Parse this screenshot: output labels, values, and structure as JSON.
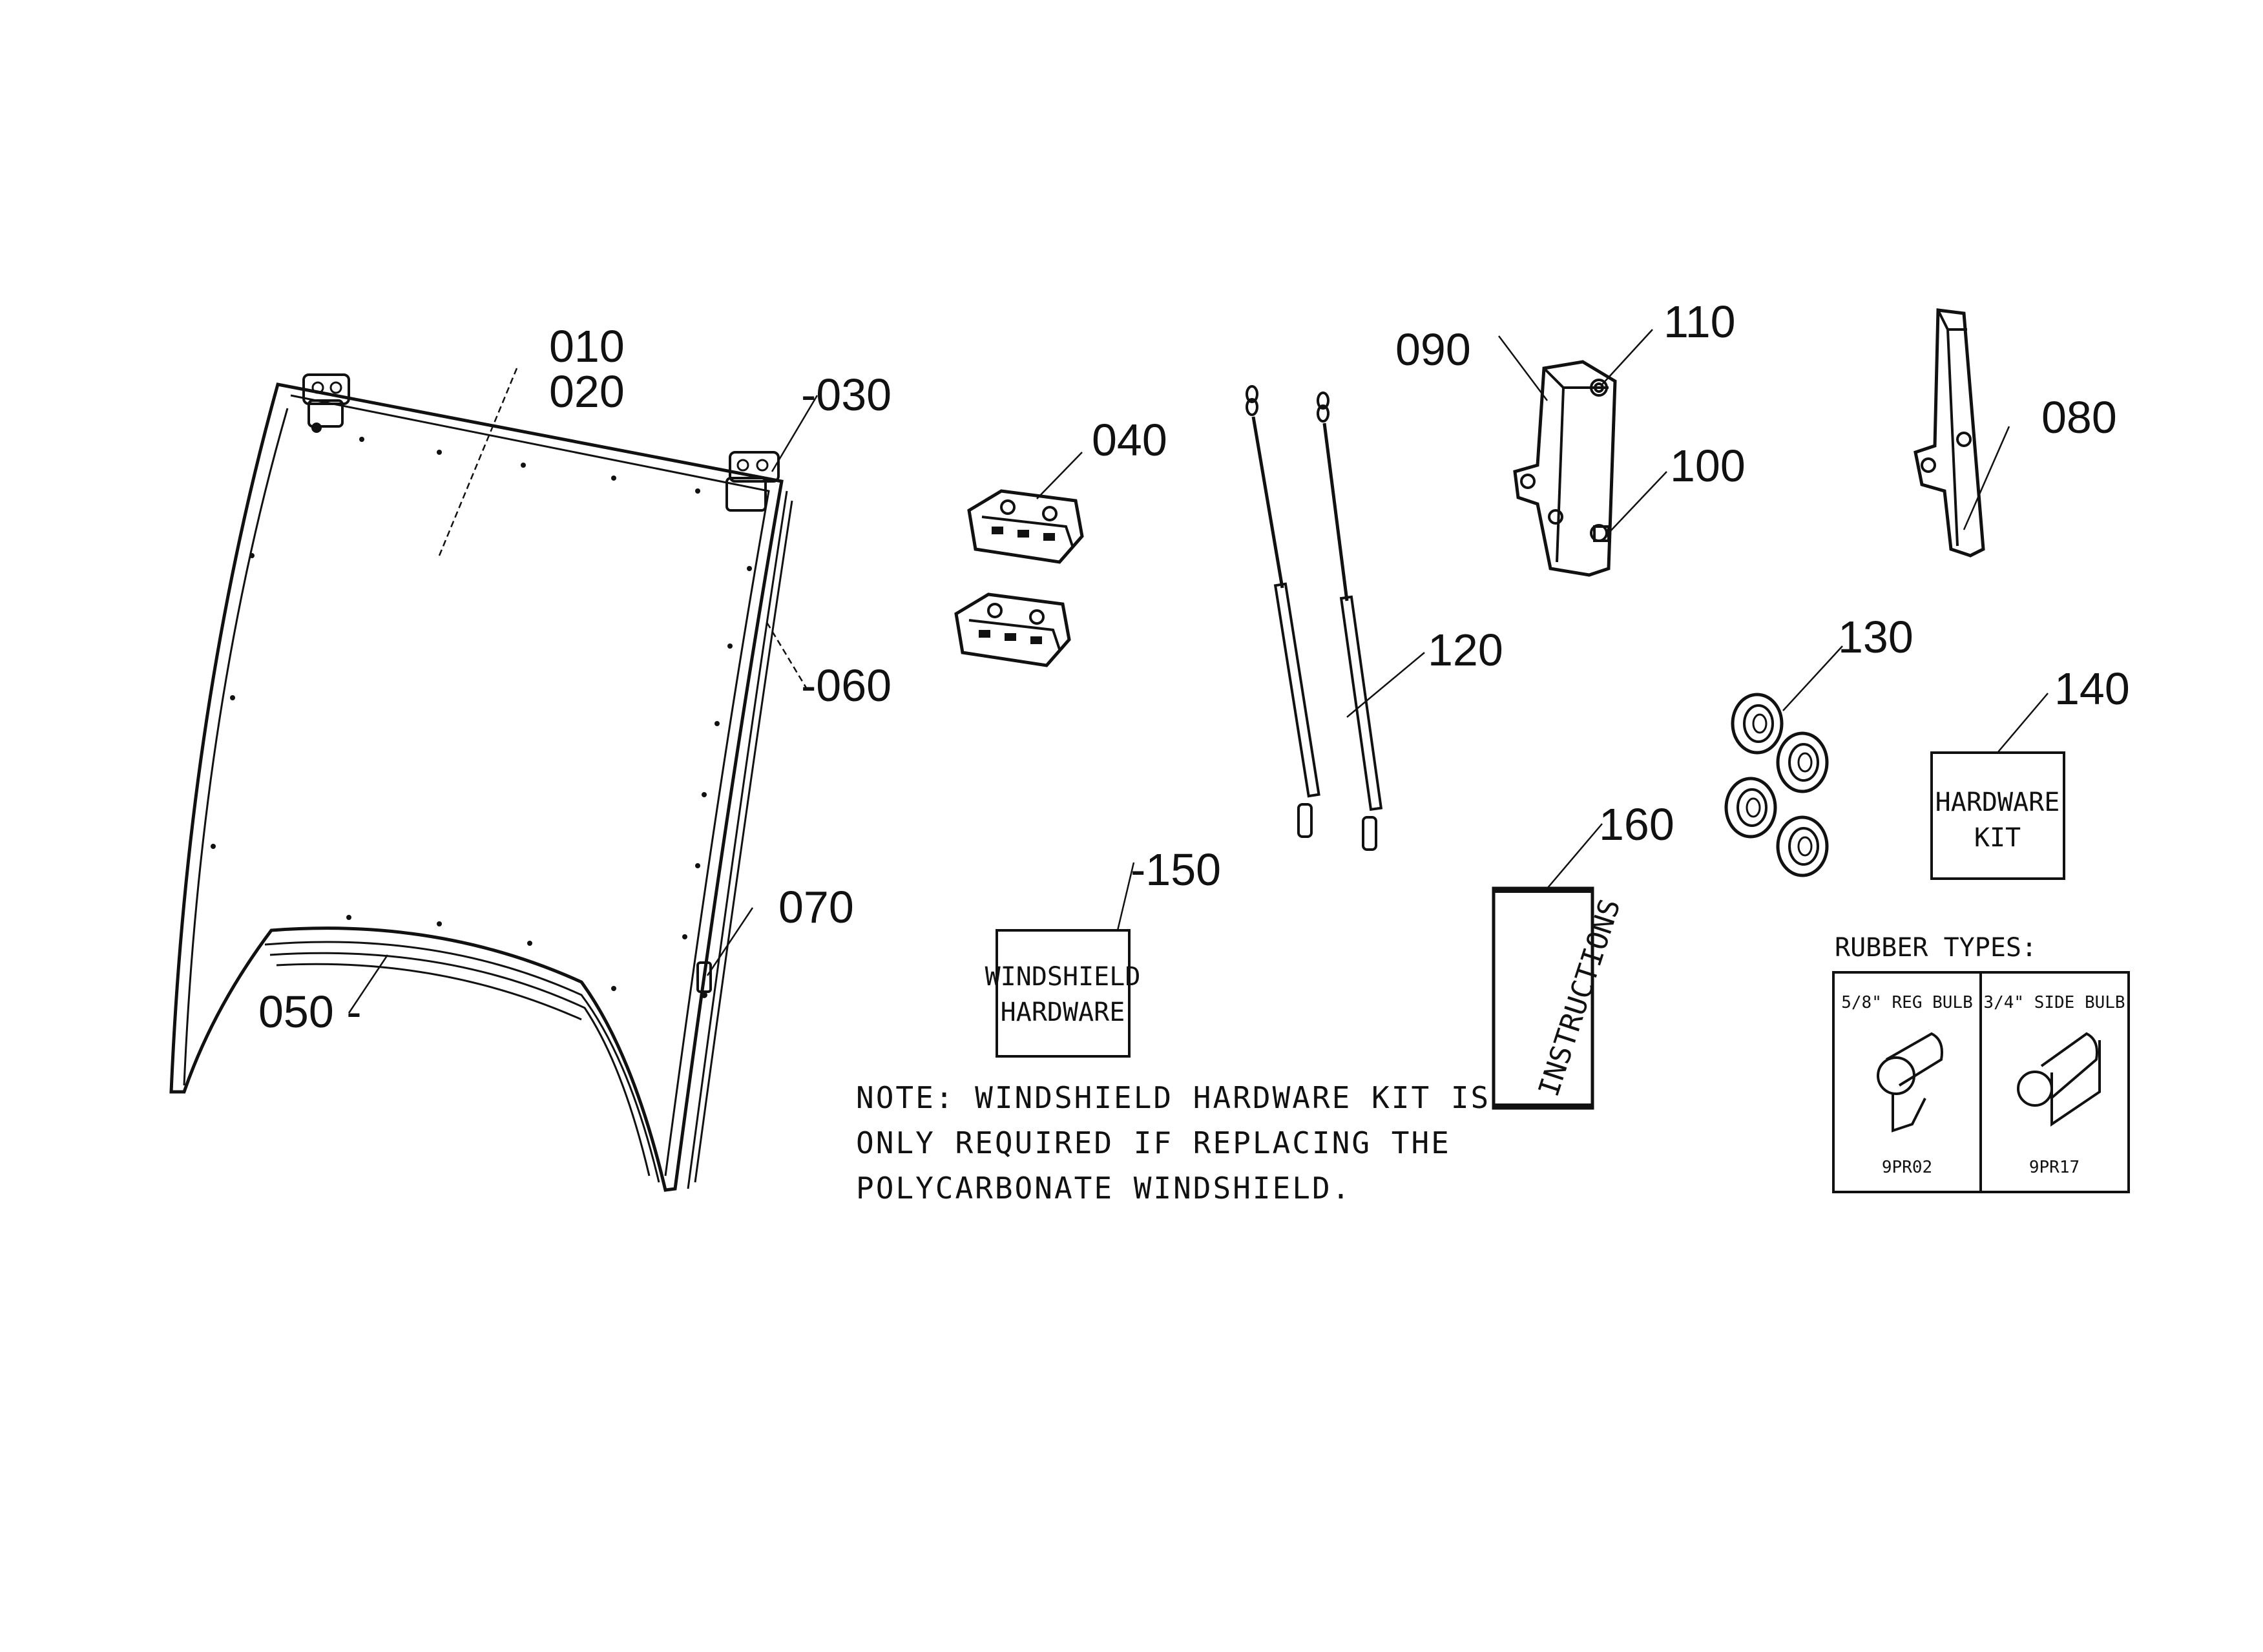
{
  "callouts": {
    "c010": "010",
    "c020": "020",
    "c030": "-030",
    "c040": "040",
    "c050": "050 -",
    "c060": "-060",
    "c070": "070",
    "c080": "080",
    "c090": "090",
    "c100": "100",
    "c110": "110",
    "c120": "120",
    "c130": "130",
    "c140": "140",
    "c150": "-150",
    "c160": "160"
  },
  "labels": {
    "hardware_kit_line1": "HARDWARE",
    "hardware_kit_line2": "KIT",
    "windshield_hw_line1": "WINDSHIELD",
    "windshield_hw_line2": "HARDWARE",
    "instructions": "INSTRUCTIONS"
  },
  "note": {
    "line1": "NOTE: WINDSHIELD HARDWARE KIT IS",
    "line2": "ONLY REQUIRED IF REPLACING THE",
    "line3": "POLYCARBONATE WINDSHIELD."
  },
  "rubber_types": {
    "title": "RUBBER TYPES:",
    "left_header": "5/8\" REG BULB",
    "left_part": "9PR02",
    "right_header": "3/4\" SIDE BULB",
    "right_part": "9PR17"
  }
}
